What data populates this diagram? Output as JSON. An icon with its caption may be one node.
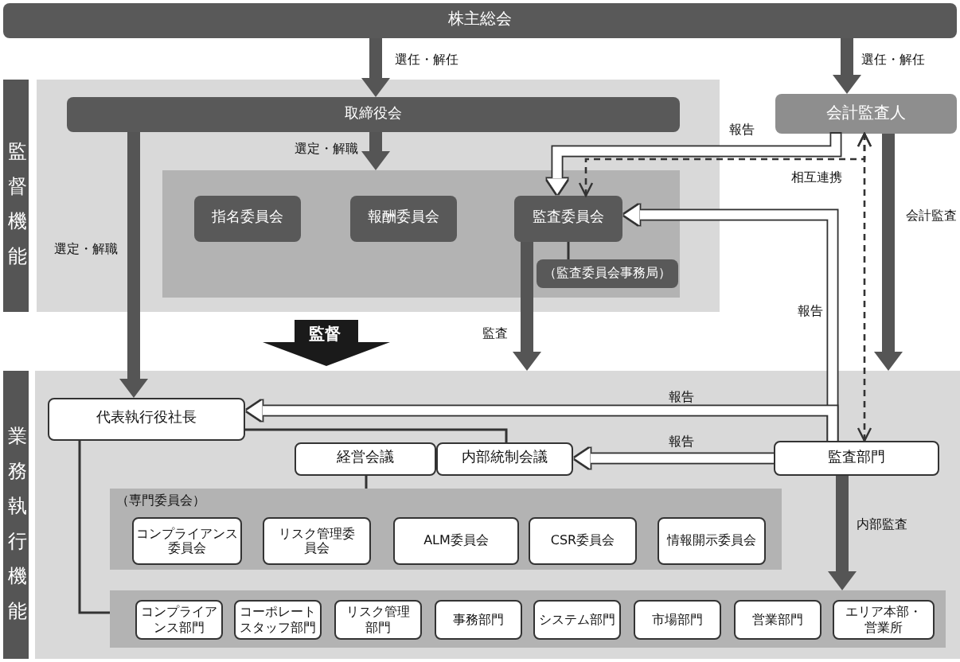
{
  "diagram": {
    "nodes": [
      {
        "text": [
          "株主総会"
        ]
      },
      {
        "text": [
          "監督機能"
        ]
      },
      {
        "text": [],
        "shape": "box"
      },
      {
        "text": [
          "取締役会"
        ],
        "in": 2
      },
      {
        "text": [],
        "shape": "box",
        "in": 2
      },
      {
        "text": [
          "指名委員会"
        ],
        "in": 4
      },
      {
        "text": [
          "報酬委員会"
        ],
        "in": 4
      },
      {
        "text": [
          "監査委員会"
        ],
        "in": 4
      },
      {
        "text": [
          "（監査委員会事務局）"
        ],
        "in": 4
      },
      {
        "text": [
          "会計監査人"
        ]
      },
      {
        "text": [
          "業務執行機能"
        ]
      },
      {
        "text": [],
        "shape": "box"
      },
      {
        "text": [
          "代表執行役社長"
        ],
        "in": 11
      },
      {
        "text": [
          "経営会議"
        ],
        "in": 11
      },
      {
        "text": [
          "内部統制会議"
        ],
        "in": 11
      },
      {
        "text": [
          "監査部門"
        ],
        "in": 11
      },
      {
        "text": [
          "（専門委員会）"
        ],
        "in": 11
      },
      {
        "text": [
          "コンプライアンス委員会"
        ],
        "in": 16
      },
      {
        "text": [
          "リスク管理委員会"
        ],
        "in": 16
      },
      {
        "text": [
          "ALM委員会"
        ],
        "in": 16
      },
      {
        "text": [
          "CSR委員会"
        ],
        "in": 16
      },
      {
        "text": [
          "情報開示委員会"
        ],
        "in": 16
      },
      {
        "text": [],
        "shape": "box",
        "in": 11
      },
      {
        "text": [
          "コンプライアンス部門"
        ],
        "in": 22
      },
      {
        "text": [
          "コーポレートスタッフ部門"
        ],
        "in": 22
      },
      {
        "text": [
          "リスク管理部門"
        ],
        "in": 22
      },
      {
        "text": [
          "事務部門"
        ],
        "in": 22
      },
      {
        "text": [
          "システム部門"
        ],
        "in": 22
      },
      {
        "text": [
          "市場部門"
        ],
        "in": 22
      },
      {
        "text": [
          "営業部門"
        ],
        "in": 22
      },
      {
        "text": [
          "エリア本部・営業所"
        ],
        "in": 22
      }
    ],
    "edges": [
      {
        "from": 0,
        "to": 3,
        "arrow": "to",
        "label": "選任・解任"
      },
      {
        "from": 0,
        "to": 9,
        "arrow": "to",
        "label": "選任・解任"
      },
      {
        "from": 3,
        "to": 4,
        "arrow": "to",
        "label": "選定・解職"
      },
      {
        "from": 3,
        "to": 12,
        "arrow": "to",
        "label": "選定・解職"
      },
      {
        "from": 9,
        "to": 7,
        "arrow": "to",
        "color": "#ffffff",
        "label": "報告"
      },
      {
        "from": 9,
        "to": 7,
        "arrow": "both",
        "style": "dashed",
        "label": "相互連携"
      },
      {
        "from": 9,
        "to": 15,
        "arrow": "both",
        "style": "dashed"
      },
      {
        "from": 7,
        "to": 11,
        "arrow": "to",
        "label": "監査"
      },
      {
        "from": 7,
        "to": 8,
        "arrow": "none"
      },
      {
        "from": 9,
        "to": 11,
        "arrow": "to",
        "label": "会計監査"
      },
      {
        "from": 15,
        "to": 7,
        "arrow": "to",
        "color": "#ffffff",
        "label": "報告"
      },
      {
        "from": 15,
        "to": 12,
        "arrow": "to",
        "color": "#ffffff",
        "label": "報告"
      },
      {
        "from": 15,
        "to": 14,
        "arrow": "to",
        "color": "#ffffff",
        "label": "報告"
      },
      {
        "from": 12,
        "to": 14,
        "arrow": "none"
      },
      {
        "from": 13,
        "to": 16,
        "arrow": "none"
      },
      {
        "from": 12,
        "to": 22,
        "arrow": "none"
      },
      {
        "from": 15,
        "to": 22,
        "arrow": "to",
        "label": "内部監査"
      }
    ],
    "labels": [
      "監督"
    ]
  }
}
